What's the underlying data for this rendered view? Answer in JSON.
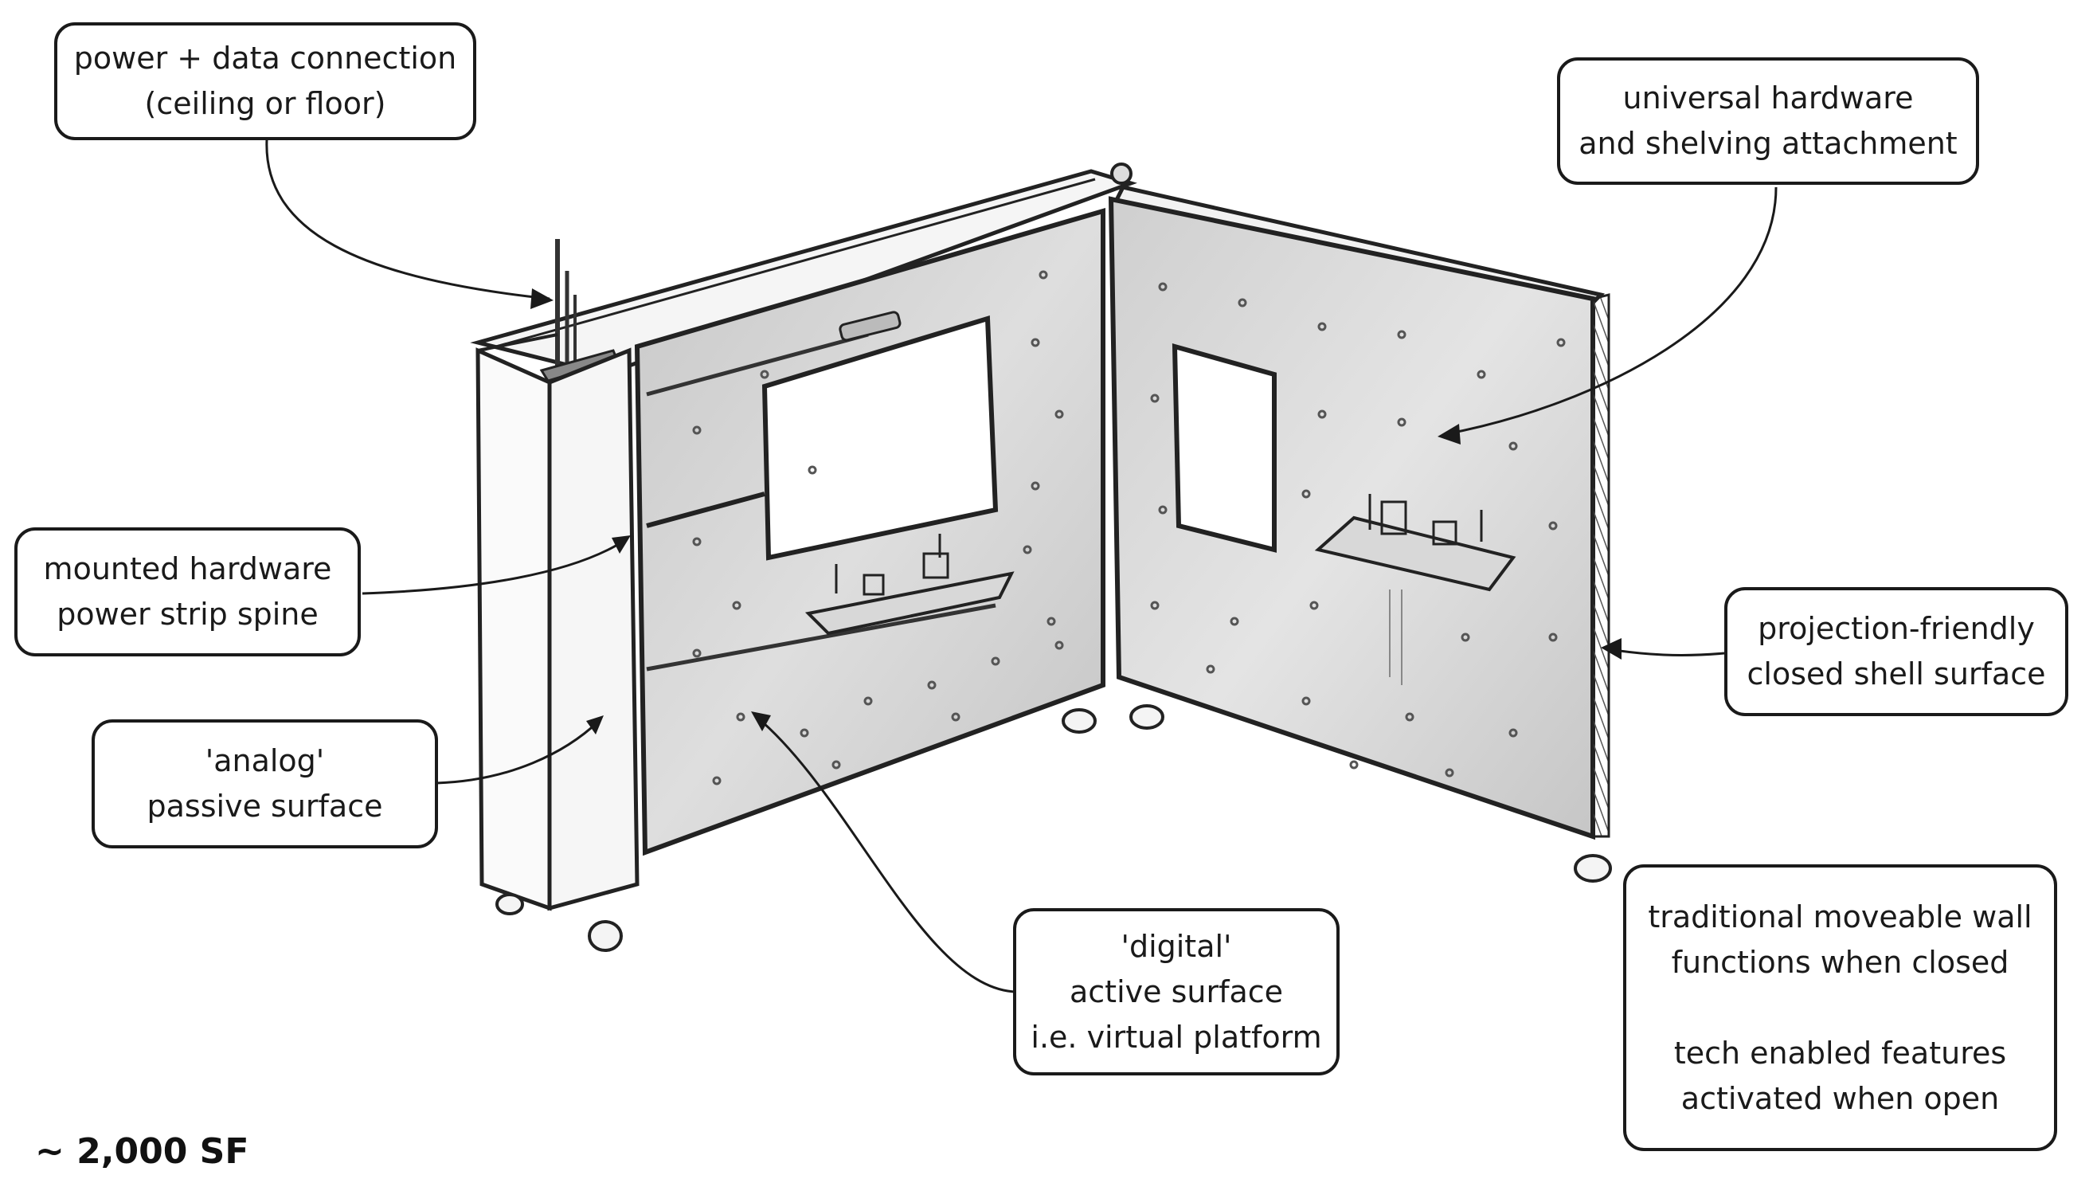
{
  "callouts": {
    "power_data": {
      "lines": [
        "power + data connection",
        "(ceiling or floor)"
      ]
    },
    "universal_hardware": {
      "lines": [
        "universal hardware",
        "and shelving attachment"
      ]
    },
    "mounted_hardware": {
      "lines": [
        "mounted hardware",
        "power strip spine"
      ]
    },
    "analog_surface": {
      "lines": [
        "'analog'",
        "passive surface"
      ]
    },
    "projection_surface": {
      "lines": [
        "projection-friendly",
        "closed shell surface"
      ]
    },
    "digital_surface": {
      "lines": [
        "'digital'",
        "active surface",
        "i.e. virtual platform"
      ]
    },
    "moveable_wall": {
      "lines": [
        "traditional moveable wall",
        "functions when closed",
        "tech enabled features",
        "activated when open"
      ]
    }
  },
  "area_label": "~ 2,000 SF"
}
